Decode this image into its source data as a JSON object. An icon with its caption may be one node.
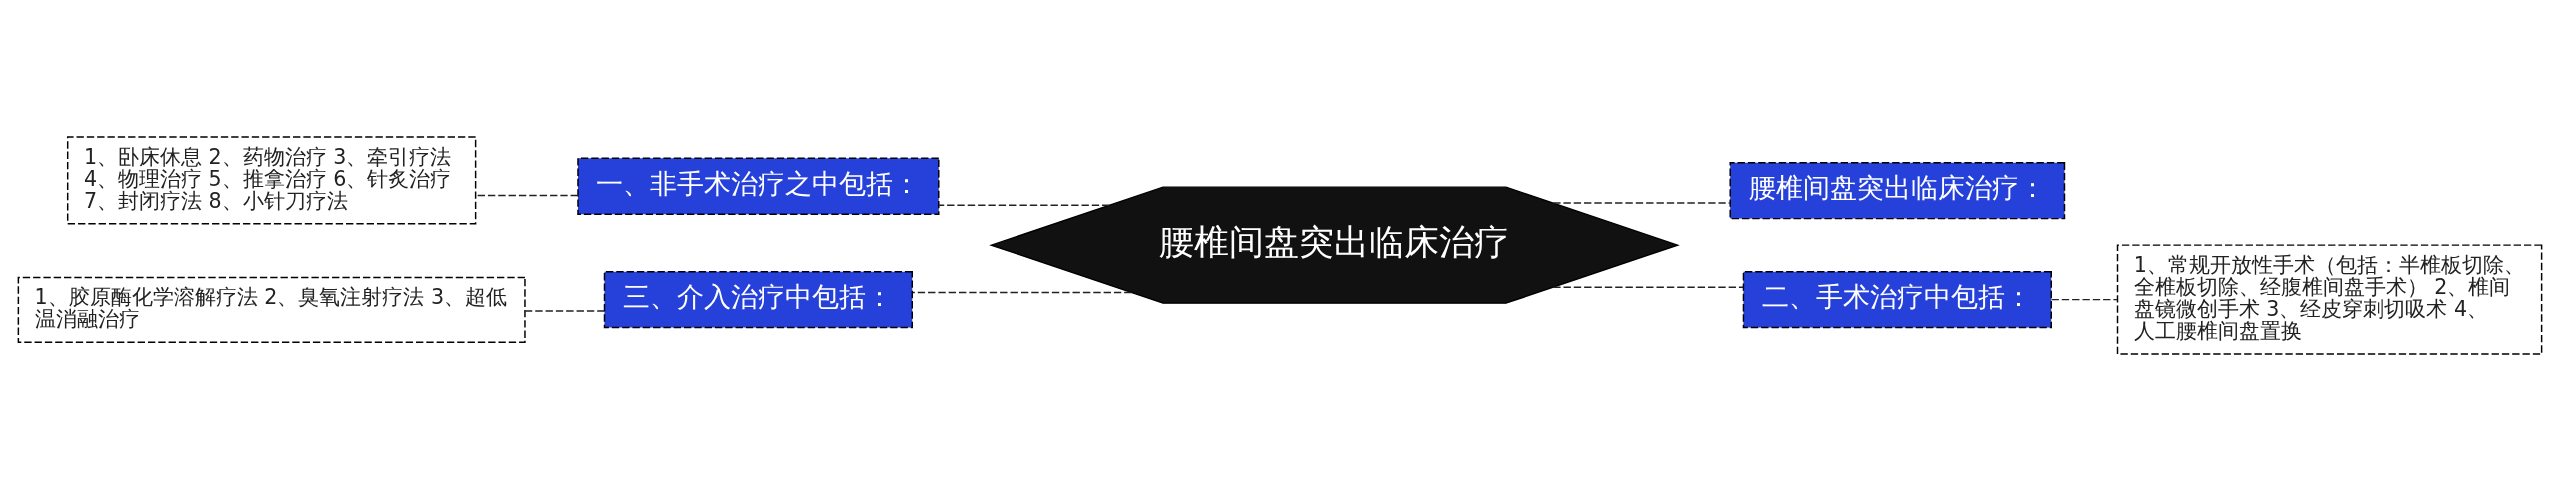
{
  "diagram": {
    "nodes": [
      {
        "text": [
          "腰椎间盘突出临床治疗"
        ]
      },
      {
        "text": [
          "一、非手术治疗之中包括："
        ]
      },
      {
        "text": [
          "1、卧床休息 2、药物治疗 3、牵引疗法 4、物理治疗 5、推拿治疗 6、针炙治疗 7、封闭疗法 8、小针刀疗法"
        ]
      },
      {
        "text": [
          "三、介入治疗中包括："
        ]
      },
      {
        "text": [
          "1、胶原酶化学溶解疗法 2、臭氧注射疗法 3、超低温消融治疗"
        ]
      },
      {
        "text": [
          "腰椎间盘突出临床治疗："
        ]
      },
      {
        "text": [
          "二、手术治疗中包括："
        ]
      },
      {
        "text": [
          "1、常规开放性手术（包括：半椎板切除、全椎板切除、经腹椎间盘手术） 2、椎间盘镜微创手术 3、经皮穿刺切吸术 4、人工腰椎间盘置换"
        ]
      }
    ],
    "edges": [
      {
        "from": 0,
        "to": 1,
        "arrow": "none",
        "style": "dashed"
      },
      {
        "from": 1,
        "to": 2,
        "arrow": "none",
        "style": "dashed"
      },
      {
        "from": 0,
        "to": 3,
        "arrow": "none",
        "style": "dashed"
      },
      {
        "from": 3,
        "to": 4,
        "arrow": "none",
        "style": "dashed"
      },
      {
        "from": 0,
        "to": 5,
        "arrow": "none",
        "style": "dashed"
      },
      {
        "from": 0,
        "to": 6,
        "arrow": "none",
        "style": "dashed"
      },
      {
        "from": 6,
        "to": 7,
        "arrow": "none",
        "style": "dashed"
      }
    ]
  }
}
